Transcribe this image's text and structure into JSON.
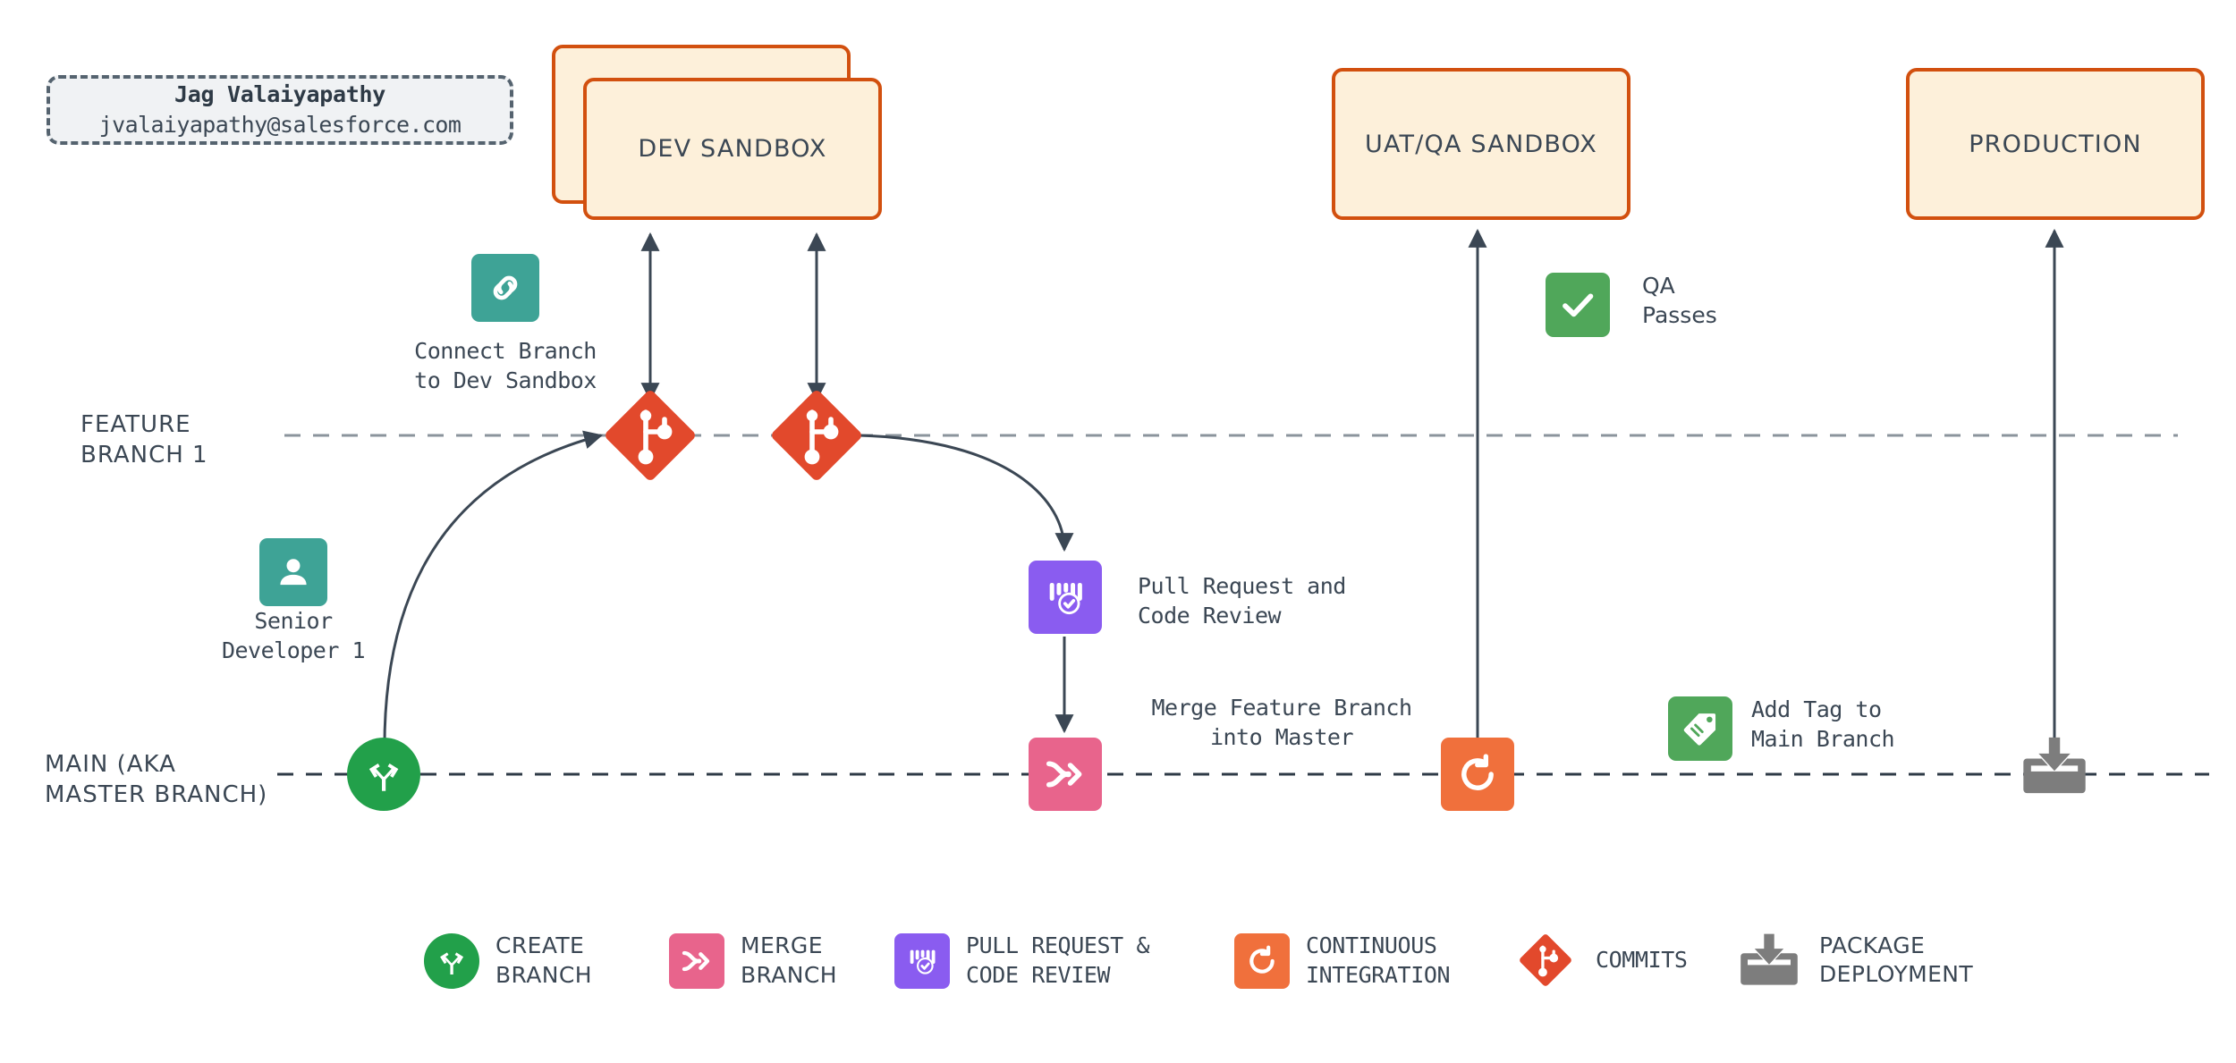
{
  "author": {
    "name": "Jag Valaiyapathy",
    "email": "jvalaiyapathy@salesforce.com"
  },
  "environments": [
    {
      "id": "dev",
      "label": "DEV SANDBOX",
      "stacked": true
    },
    {
      "id": "uat",
      "label": "UAT/QA SANDBOX",
      "stacked": false
    },
    {
      "id": "prod",
      "label": "PRODUCTION",
      "stacked": false
    }
  ],
  "lanes": [
    {
      "id": "feature",
      "label": "FEATURE\nBRANCH 1"
    },
    {
      "id": "main",
      "label": "MAIN (AKA\nMASTER BRANCH)"
    }
  ],
  "annotations": [
    {
      "id": "connect-branch",
      "text": "Connect Branch\nto Dev Sandbox",
      "icon": "link-icon",
      "color": "#3ea396"
    },
    {
      "id": "senior-developer",
      "text": "Senior\nDeveloper 1",
      "icon": "user-icon",
      "color": "#3ea396"
    },
    {
      "id": "pull-request",
      "text": "Pull Request and\nCode Review",
      "icon": "pull-request-icon",
      "color": "#8a5cf0"
    },
    {
      "id": "merge-branch",
      "text": "Merge Feature Branch\ninto Master",
      "icon": "merge-icon",
      "color": "#e8648c"
    },
    {
      "id": "qa-passes",
      "text": "QA\nPasses",
      "icon": "check-icon",
      "color": "#50a75a"
    },
    {
      "id": "add-tag",
      "text": "Add Tag to\nMain Branch",
      "icon": "tag-icon",
      "color": "#50a75a"
    },
    {
      "id": "continuous-integration",
      "text": "",
      "icon": "refresh-icon",
      "color": "#f0703c"
    },
    {
      "id": "create-branch",
      "text": "",
      "icon": "create-branch-icon",
      "color": "#22a04a"
    },
    {
      "id": "package-deployment",
      "text": "",
      "icon": "download-icon",
      "color": "#7d7d7d"
    },
    {
      "id": "commit-1",
      "text": "",
      "icon": "commit-icon",
      "color": "#e2492c"
    },
    {
      "id": "commit-2",
      "text": "",
      "icon": "commit-icon",
      "color": "#e2492c"
    }
  ],
  "legend": [
    {
      "id": "create-branch",
      "icon": "create-branch-icon",
      "shape": "circle",
      "color": "#22a04a",
      "label": "CREATE\nBRANCH",
      "font": "sans"
    },
    {
      "id": "merge-branch",
      "icon": "merge-icon",
      "shape": "tile",
      "color": "#e8648c",
      "label": "MERGE\nBRANCH",
      "font": "sans"
    },
    {
      "id": "pull-request",
      "icon": "pull-request-icon",
      "shape": "tile",
      "color": "#8a5cf0",
      "label": "PULL REQUEST &\nCODE REVIEW",
      "font": "mono"
    },
    {
      "id": "continuous-integration",
      "icon": "refresh-icon",
      "shape": "tile",
      "color": "#f0703c",
      "label": "CONTINUOUS\nINTEGRATION",
      "font": "mono"
    },
    {
      "id": "commits",
      "icon": "commit-icon",
      "shape": "diamond",
      "color": "#e2492c",
      "label": "COMMITS",
      "font": "mono"
    },
    {
      "id": "package-deployment",
      "icon": "download-icon",
      "shape": "plain",
      "color": "#7d7d7d",
      "label": "PACKAGE\nDEPLOYMENT",
      "font": "sans"
    }
  ],
  "colors": {
    "env_border": "#d2500f",
    "env_fill": "#fdf0da",
    "branch_line": "#56636d",
    "edge": "#3b4754",
    "text": "#3b4754",
    "card_fill": "#f0f2f4",
    "card_border": "#55636f"
  }
}
